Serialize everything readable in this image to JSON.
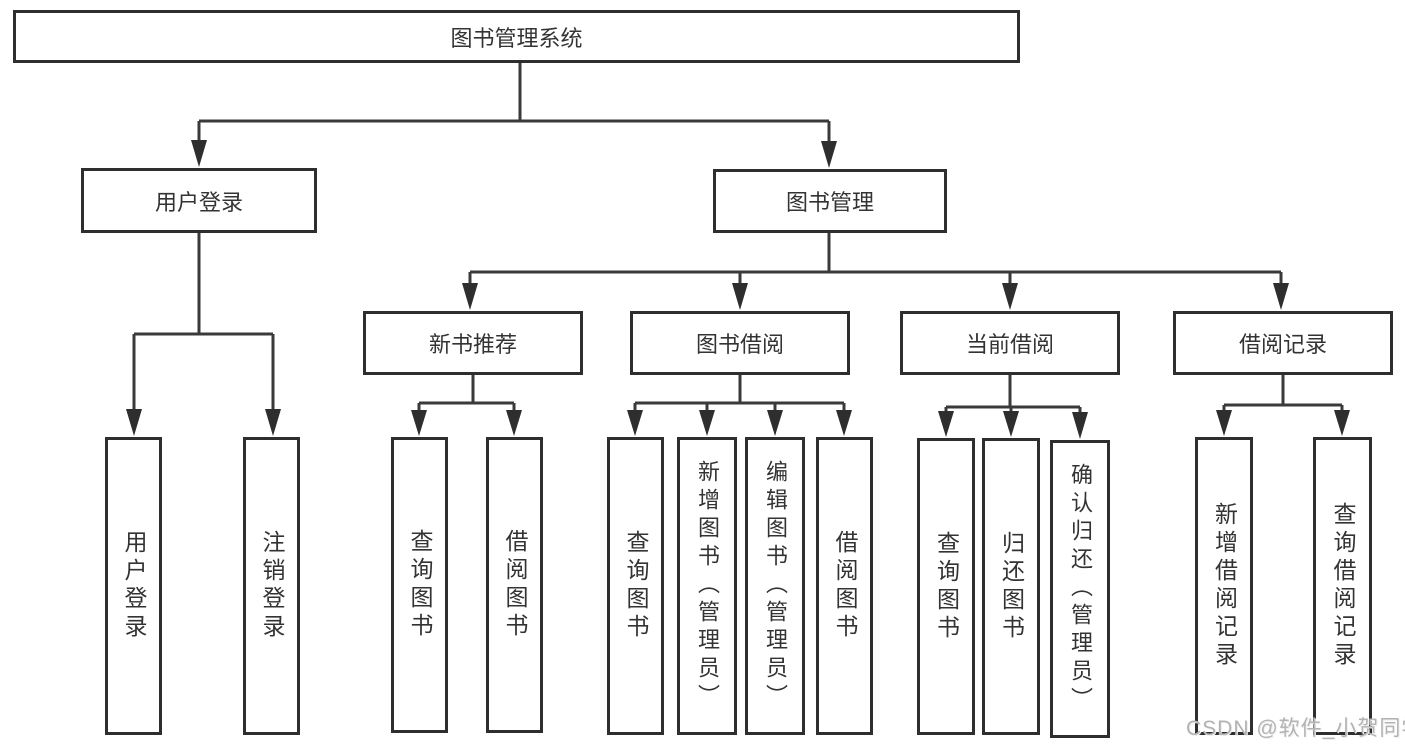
{
  "diagram_type": "hierarchy-tree",
  "tree": {
    "label": "图书管理系统",
    "children": [
      {
        "label": "用户登录",
        "children": [
          {
            "label": "用户登录"
          },
          {
            "label": "注销登录"
          }
        ]
      },
      {
        "label": "图书管理",
        "children": [
          {
            "label": "新书推荐",
            "children": [
              {
                "label": "查询图书"
              },
              {
                "label": "借阅图书"
              }
            ]
          },
          {
            "label": "图书借阅",
            "children": [
              {
                "label": "查询图书"
              },
              {
                "label": "新增图书（管理员）"
              },
              {
                "label": "编辑图书（管理员）"
              },
              {
                "label": "借阅图书"
              }
            ]
          },
          {
            "label": "当前借阅",
            "children": [
              {
                "label": "查询图书"
              },
              {
                "label": "归还图书"
              },
              {
                "label": "确认归还（管理员）"
              }
            ]
          },
          {
            "label": "借阅记录",
            "children": [
              {
                "label": "新增借阅记录"
              },
              {
                "label": "查询借阅记录"
              }
            ]
          }
        ]
      }
    ]
  },
  "watermark": {
    "text": "CSDN @软件_小贺同学"
  },
  "colors": {
    "background": "#ffffff",
    "box_fill": "#ffffff",
    "box_border": "#2e2e2e",
    "line": "#3a3a3a",
    "text": "#333333",
    "watermark": "#b3b3b3"
  }
}
